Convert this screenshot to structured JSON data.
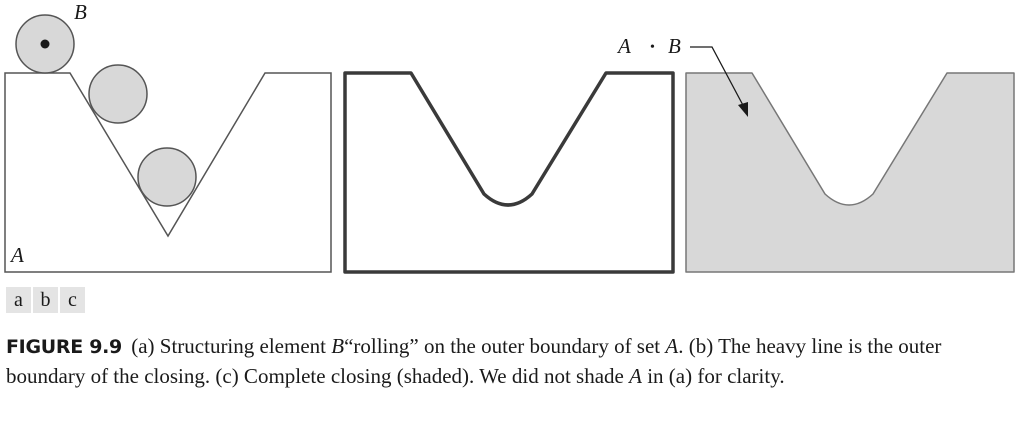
{
  "figure": {
    "label_B": "B",
    "label_A": "A",
    "label_AB_a": "A",
    "label_AB_dot": "•",
    "label_AB_b": "B",
    "panel_labels": [
      "a",
      "b",
      "c"
    ],
    "shade_color": "#d8d8d8",
    "line_color": "#3a3a3a"
  },
  "caption": {
    "figure_label": "FIGURE 9.9",
    "part1": "(a) Structuring element ",
    "B": "B",
    "part2": "“rolling” on the outer boundary of set ",
    "A1": "A",
    "part3": ". (b) The heavy line is the outer boundary of the closing. (c) Complete closing (shaded). We did not shade ",
    "A2": "A",
    "part4": " in (a) for clarity."
  }
}
